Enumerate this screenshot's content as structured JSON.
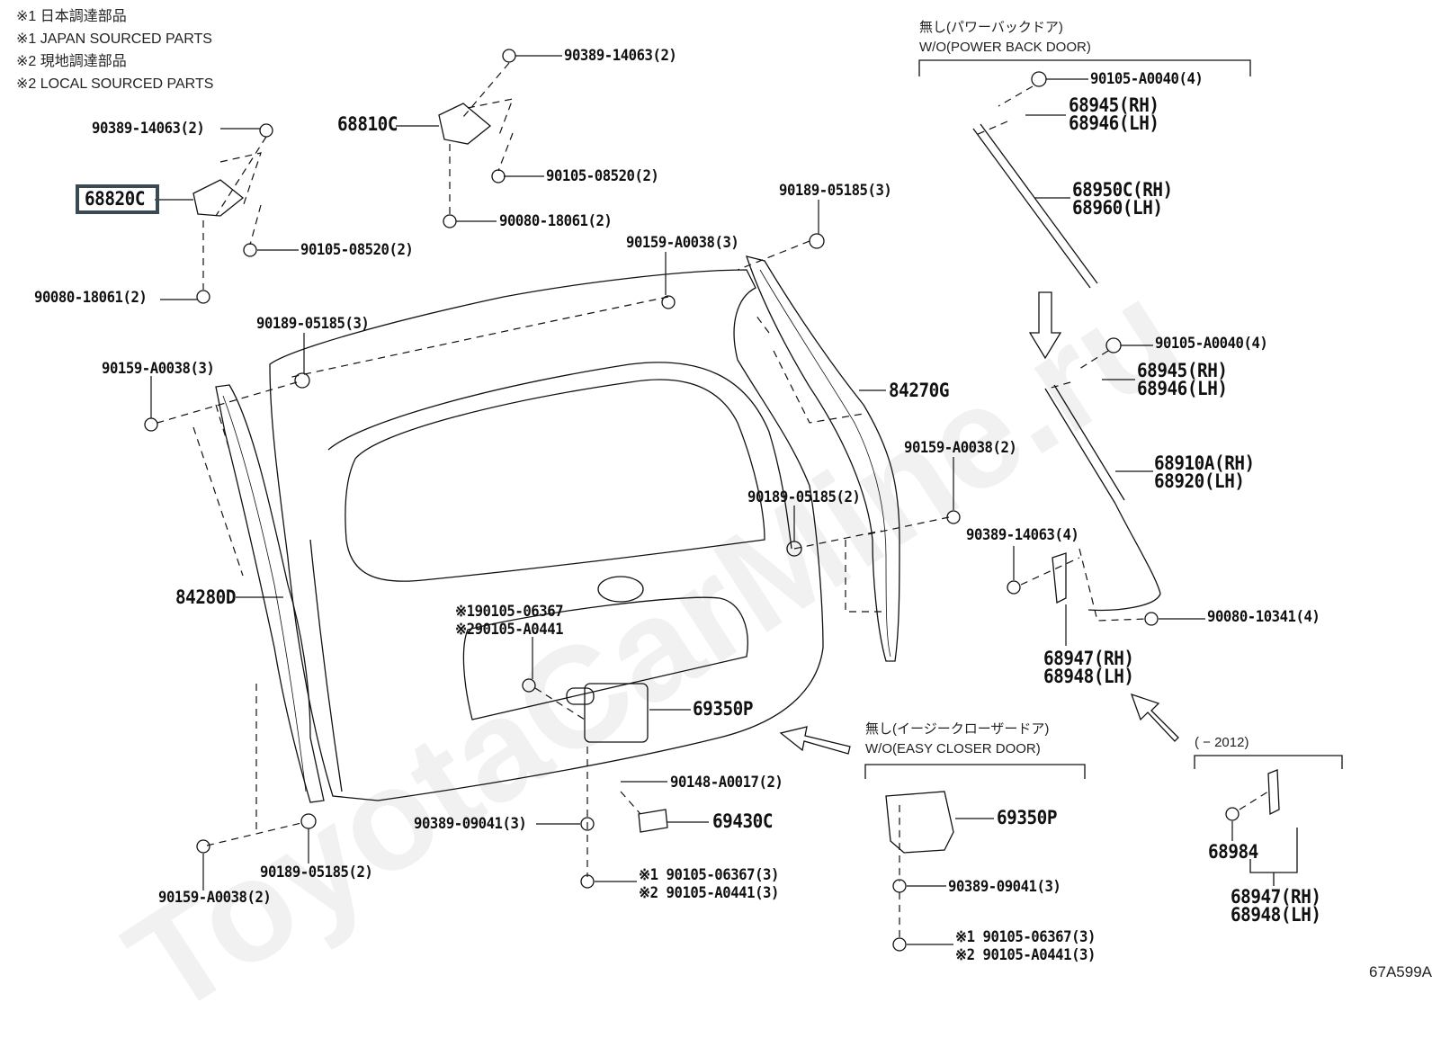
{
  "notes": [
    "※1 日本調達部品",
    "※1 JAPAN SOURCED PARTS",
    "※2 現地調達部品",
    "※2 LOCAL SOURCED PARTS"
  ],
  "watermark": "ToyotaCarMine.ru",
  "drawing_code": "67A599A",
  "highlight_color": "#3a4a55",
  "conditions": {
    "power_back_door": {
      "jp": "無し(パワーバックドア)",
      "en": "W/O(POWER BACK DOOR)"
    },
    "easy_closer_door": {
      "jp": "無し(イージークローザードア)",
      "en": "W/O(EASY CLOSER DOOR)"
    },
    "year_range": "(      − 2012)"
  },
  "labels": {
    "l_90389_tl": "90389-14063(2)",
    "l_68820c": "68820C",
    "l_90105_left": "90105-08520(2)",
    "l_90080_left": "90080-18061(2)",
    "l_90389_top": "90389-14063(2)",
    "l_68810c": "68810C",
    "l_90105_mid": "90105-08520(2)",
    "l_90080_mid": "90080-18061(2)",
    "l_90189_tr": "90189-05185(3)",
    "l_90159_tr": "90159-A0038(3)",
    "l_90189_left": "90189-05185(3)",
    "l_90159_left": "90159-A0038(3)",
    "l_84270g": "84270G",
    "l_90159_right": "90159-A0038(2)",
    "l_90189_right": "90189-05185(2)",
    "l_84280d": "84280D",
    "l_bolt_tag_a": "※190105-06367",
    "l_bolt_tag_b": "※290105-A0441",
    "l_69350p": "69350P",
    "l_90148": "90148-A0017(2)",
    "l_90389_lock": "90389-09041(3)",
    "l_69430c": "69430C",
    "l_bolt_bottom_a": "※1 90105-06367(3)",
    "l_bolt_bottom_b": "※2 90105-A0441(3)",
    "l_90189_bl": "90189-05185(2)",
    "l_90159_bl": "90159-A0038(2)",
    "l_90105_a0040_top": "90105-A0040(4)",
    "l_68945_top": "68945(RH)",
    "l_68946_top": "68946(LH)",
    "l_68950c": "68950C(RH)",
    "l_68960": "68960(LH)",
    "l_90105_a0040_mid": "90105-A0040(4)",
    "l_68945_mid": "68945(RH)",
    "l_68946_mid": "68946(LH)",
    "l_68910a": "68910A(RH)",
    "l_68920": "68920(LH)",
    "l_90389_strut": "90389-14063(4)",
    "l_90080_10341": "90080-10341(4)",
    "l_68947_mid": "68947(RH)",
    "l_68948_mid": "68948(LH)",
    "l_69350p_alt": "69350P",
    "l_90389_alt": "90389-09041(3)",
    "l_bolt_alt_a": "※1 90105-06367(3)",
    "l_bolt_alt_b": "※2 90105-A0441(3)",
    "l_68984": "68984",
    "l_68947_br": "68947(RH)",
    "l_68948_br": "68948(LH)"
  }
}
